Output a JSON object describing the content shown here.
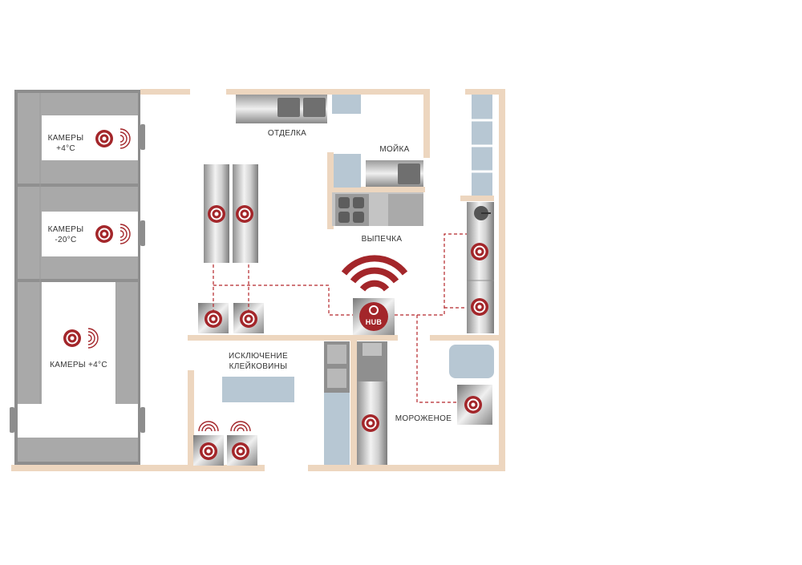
{
  "colors": {
    "wall": "#EDD6BF",
    "chamber_frame": "#8A8A8A",
    "chamber_fill": "#B0B0B0",
    "sensor_red": "#A3262A",
    "link_dash": "#B5262A",
    "ice_blue": "#B7C7D3",
    "steel_light": "#E8E8E8",
    "steel_dark": "#8F8F8F"
  },
  "rooms": {
    "chamber_top": "КАМЕРЫ +4°C",
    "chamber_middle": "КАМЕРЫ -20°C",
    "chamber_bottom": "КАМЕРЫ +4°C",
    "finishing": "ОТДЕЛКА",
    "washing": "МОЙКА",
    "baking": "ВЫПЕЧКА",
    "exclusion_line1": "ИСКЛЮЧЕНИЕ",
    "exclusion_line2": "КЛЕЙКОВИНЫ",
    "ice_cream": "МОРОЖЕНОЕ"
  },
  "hub": {
    "label": "HUB"
  },
  "icons": {
    "sensor": "temperature-sensor-icon",
    "wireless": "wireless-signal-icon",
    "hub": "hub-icon"
  }
}
